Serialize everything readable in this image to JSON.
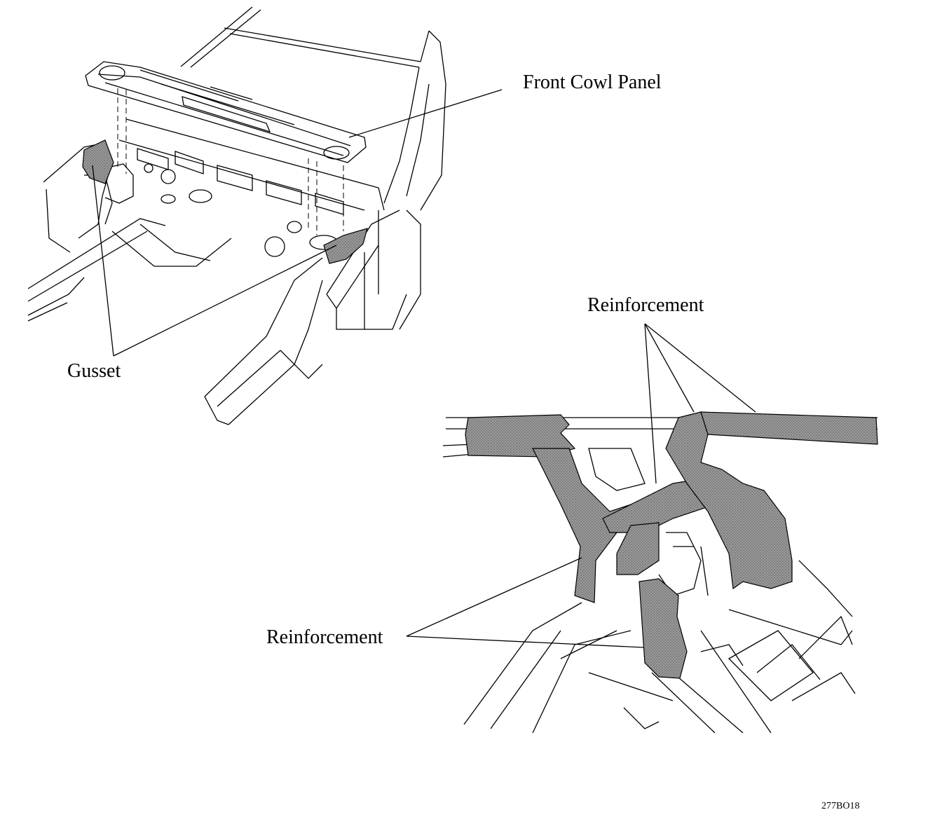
{
  "labels": {
    "front_cowl_panel": "Front Cowl Panel",
    "gusset": "Gusset",
    "reinforcement_upper": "Reinforcement",
    "reinforcement_lower": "Reinforcement",
    "figure_code": "277BO18"
  },
  "colors": {
    "line": "#000000",
    "shaded_part": "#8c8c8c",
    "background": "#ffffff"
  }
}
